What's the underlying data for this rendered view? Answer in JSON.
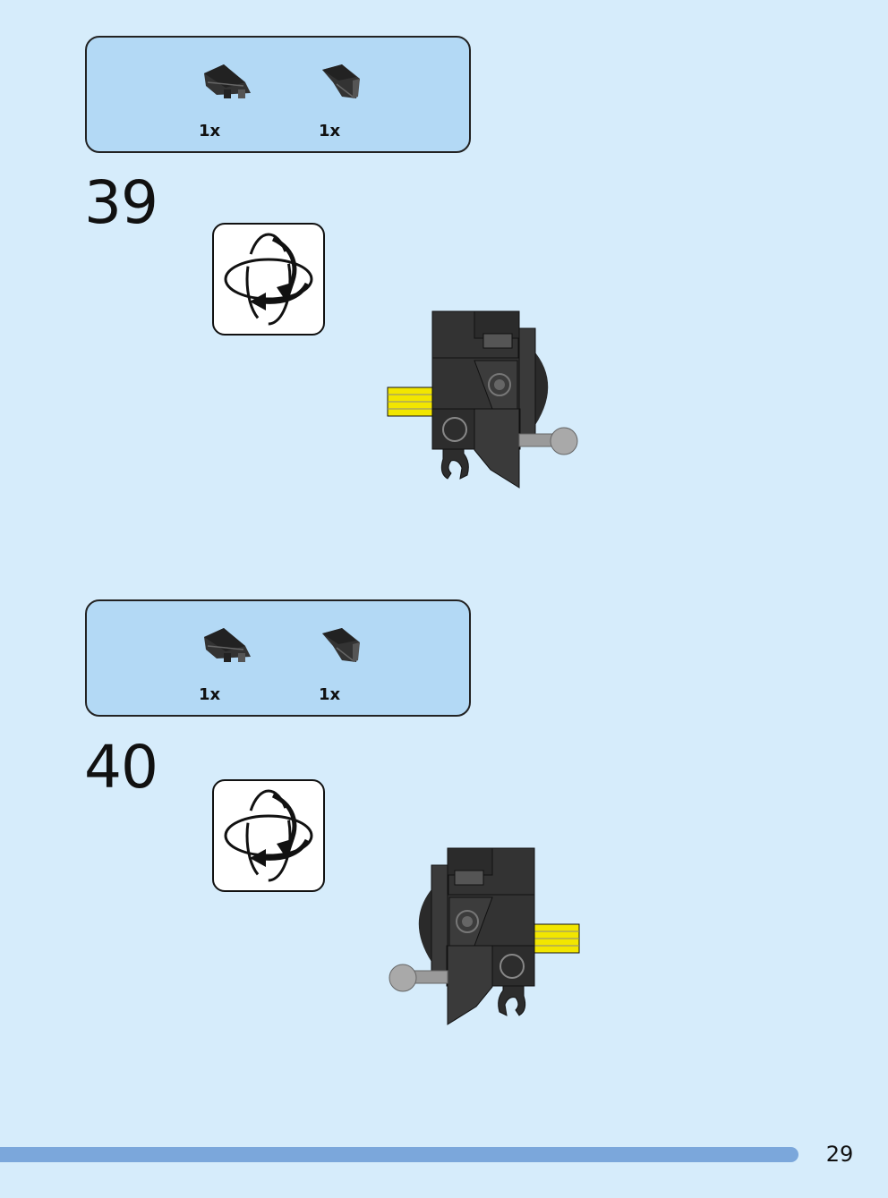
{
  "steps": [
    {
      "number": "39",
      "parts": [
        {
          "qty": "1x",
          "icon": "wedge-plate-left-icon"
        },
        {
          "qty": "1x",
          "icon": "wedge-plate-right-icon"
        }
      ],
      "rotate_icon": "rotate-model-icon"
    },
    {
      "number": "40",
      "parts": [
        {
          "qty": "1x",
          "icon": "wedge-plate-left-icon"
        },
        {
          "qty": "1x",
          "icon": "wedge-plate-right-icon"
        }
      ],
      "rotate_icon": "rotate-model-icon"
    }
  ],
  "page_number": "29",
  "colors": {
    "background": "#d6ecfb",
    "parts_box": "#b3d9f5",
    "footer_bar": "#7ba7db",
    "brick_dark": "#333333",
    "brick_gray": "#9a9a9a",
    "brick_yellow": "#f2e600"
  }
}
